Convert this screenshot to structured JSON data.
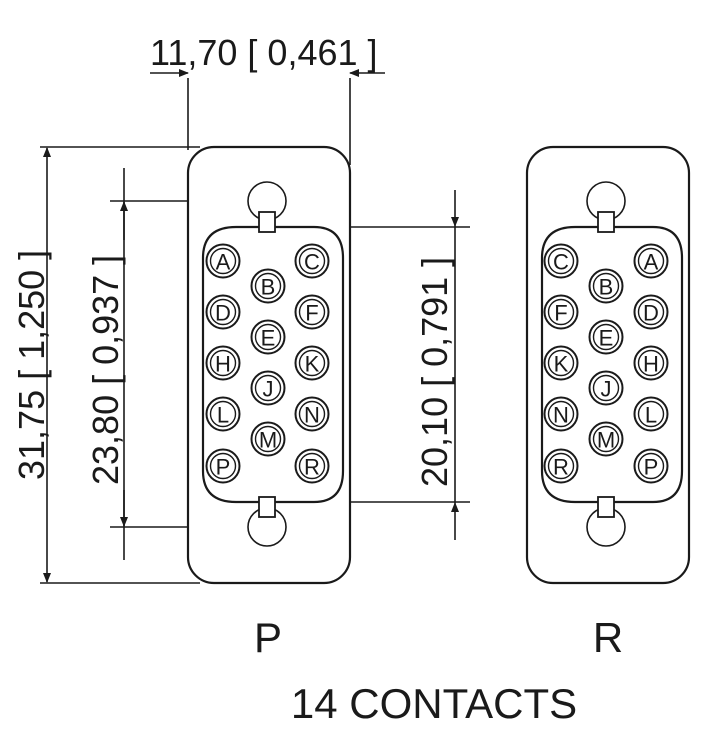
{
  "dimensions": {
    "width": "11,70 [ 0,461 ]",
    "height_overall": "31,75 [ 1,250 ]",
    "hole_spacing": "23,80 [ 0,937 ]",
    "insert_height": "20,10 [ 0,791 ]"
  },
  "views": {
    "p": {
      "label": "P",
      "rows": [
        [
          "A",
          "C"
        ],
        [
          "B"
        ],
        [
          "D",
          "F"
        ],
        [
          "E"
        ],
        [
          "H",
          "K"
        ],
        [
          "J"
        ],
        [
          "L",
          "N"
        ],
        [
          "M"
        ],
        [
          "P",
          "R"
        ]
      ]
    },
    "r": {
      "label": "R",
      "rows": [
        [
          "C",
          "A"
        ],
        [
          "B"
        ],
        [
          "F",
          "D"
        ],
        [
          "E"
        ],
        [
          "K",
          "H"
        ],
        [
          "J"
        ],
        [
          "N",
          "L"
        ],
        [
          "M"
        ],
        [
          "R",
          "P"
        ]
      ]
    }
  },
  "caption": "14 CONTACTS",
  "colors": {
    "line": "#1a1a1a",
    "background": "#ffffff"
  }
}
